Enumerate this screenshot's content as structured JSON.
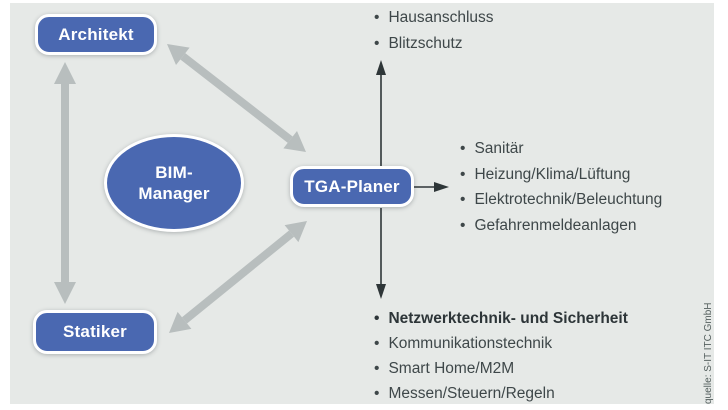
{
  "colors": {
    "panel-bg": "#e6e9e7",
    "node-blue": "#4a68b1",
    "arrow-gray": "#b8bebe",
    "arrow-black": "#2e3638",
    "text-dark": "#3e4749"
  },
  "nodes": {
    "bim_manager": {
      "line1": "BIM-",
      "line2": "Manager"
    },
    "architekt": {
      "label": "Architekt"
    },
    "statiker": {
      "label": "Statiker"
    },
    "tga_planer": {
      "label": "TGA-Planer"
    }
  },
  "lists": {
    "top": {
      "items": [
        "Hausanschluss",
        "Blitzschutz"
      ]
    },
    "right": {
      "items": [
        "Sanitär",
        "Heizung/Klima/Lüftung",
        "Elektrotechnik/Beleuchtung",
        "Gefahrenmeldeanlagen"
      ]
    },
    "bottom": {
      "items": [
        "Netzwerktechnik- und Sicherheit",
        "Kommunikationstechnik",
        "Smart Home/M2M",
        "Messen/Steuern/Regeln"
      ]
    }
  },
  "source_credit": "quelle: S-IT ITC GmbH"
}
